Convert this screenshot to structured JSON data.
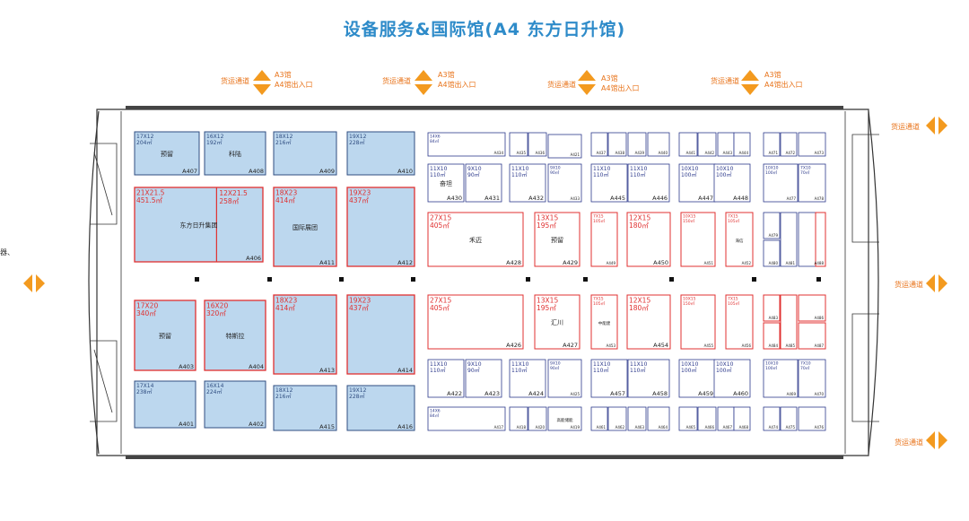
{
  "title": "设备服务&国际馆(A4 东方日升馆)",
  "colors": {
    "blue_fill": "#bcd7ee",
    "blue_stroke": "#2f4d80",
    "red": "#e03030",
    "orange": "#f39a1f",
    "navy": "#2d3a8c",
    "wall": "#333333"
  },
  "labels": {
    "freight_channel": "货运通道",
    "hall_a3": "A3馆",
    "hall_entrance": "A4馆出入口",
    "cut_left": "器、"
  },
  "booths": [
    {
      "id": "A407",
      "dim": "17X12",
      "area": "204㎡",
      "name": "预留",
      "style": "blue"
    },
    {
      "id": "A408",
      "dim": "16X12",
      "area": "192㎡",
      "name": "科陆",
      "style": "blue"
    },
    {
      "id": "A409",
      "dim": "18X12",
      "area": "216㎡",
      "name": "",
      "style": "blue"
    },
    {
      "id": "A410",
      "dim": "19X12",
      "area": "228㎡",
      "name": "",
      "style": "blue"
    },
    {
      "id": "A406",
      "dim": "21X21.5",
      "area": "451.5㎡",
      "dim2": "12X21.5",
      "area2": "258㎡",
      "name": "东方日升集团",
      "style": "blue-red"
    },
    {
      "id": "A411",
      "dim": "18X23",
      "area": "414㎡",
      "name": "国际展团",
      "style": "blue-red"
    },
    {
      "id": "A412",
      "dim": "19X23",
      "area": "437㎡",
      "name": "",
      "style": "blue-red"
    },
    {
      "id": "A403",
      "dim": "17X20",
      "area": "340㎡",
      "name": "预留",
      "style": "blue-red"
    },
    {
      "id": "A404",
      "dim": "16X20",
      "area": "320㎡",
      "name": "特斯拉",
      "style": "blue-red"
    },
    {
      "id": "A413",
      "dim": "18X23",
      "area": "414㎡",
      "name": "",
      "style": "blue-red"
    },
    {
      "id": "A414",
      "dim": "19X23",
      "area": "437㎡",
      "name": "",
      "style": "blue-red"
    },
    {
      "id": "A401",
      "dim": "17X14",
      "area": "238㎡",
      "name": "",
      "style": "blue"
    },
    {
      "id": "A402",
      "dim": "16X14",
      "area": "224㎡",
      "name": "",
      "style": "blue"
    },
    {
      "id": "A415",
      "dim": "18X12",
      "area": "216㎡",
      "name": "",
      "style": "blue"
    },
    {
      "id": "A416",
      "dim": "19X12",
      "area": "228㎡",
      "name": "",
      "style": "blue"
    },
    {
      "id": "A434",
      "dim": "14X6",
      "area": "84㎡",
      "name": "",
      "style": "navy"
    },
    {
      "id": "A430",
      "dim": "11X10",
      "area": "110㎡",
      "name": "奋坦",
      "style": "navy"
    },
    {
      "id": "A431",
      "dim": "9X10",
      "area": "90㎡",
      "name": "",
      "style": "navy"
    },
    {
      "id": "A432",
      "dim": "11X10",
      "area": "110㎡",
      "name": "",
      "style": "navy"
    },
    {
      "id": "A433",
      "dim": "9X10",
      "area": "90㎡",
      "name": "",
      "style": "navy"
    },
    {
      "id": "A445",
      "dim": "11X10",
      "area": "110㎡",
      "name": "",
      "style": "navy"
    },
    {
      "id": "A446",
      "dim": "11X10",
      "area": "110㎡",
      "name": "",
      "style": "navy"
    },
    {
      "id": "A447",
      "dim": "10X10",
      "area": "100㎡",
      "name": "",
      "style": "navy"
    },
    {
      "id": "A448",
      "dim": "10X10",
      "area": "100㎡",
      "name": "",
      "style": "navy"
    },
    {
      "id": "A477",
      "dim": "10X10",
      "area": "100㎡",
      "name": "",
      "style": "navy"
    },
    {
      "id": "A478",
      "dim": "7X10",
      "area": "70㎡",
      "name": "",
      "style": "navy"
    },
    {
      "id": "A428",
      "dim": "27X15",
      "area": "405㎡",
      "name": "禾迈",
      "style": "red"
    },
    {
      "id": "A429",
      "dim": "13X15",
      "area": "195㎡",
      "name": "预留",
      "style": "red"
    },
    {
      "id": "A449",
      "dim": "7X15",
      "area": "105㎡",
      "name": "",
      "style": "red"
    },
    {
      "id": "A450",
      "dim": "12X15",
      "area": "180㎡",
      "name": "",
      "style": "red"
    },
    {
      "id": "A451",
      "dim": "10X15",
      "area": "150㎡",
      "name": "",
      "style": "red"
    },
    {
      "id": "A452",
      "dim": "7X15",
      "area": "105㎡",
      "name": "海信",
      "style": "red"
    },
    {
      "id": "A426",
      "dim": "27X15",
      "area": "405㎡",
      "name": "",
      "style": "red"
    },
    {
      "id": "A427",
      "dim": "13X15",
      "area": "195㎡",
      "name": "汇川",
      "style": "red"
    },
    {
      "id": "A453",
      "dim": "7X15",
      "area": "105㎡",
      "name": "中能建",
      "style": "red"
    },
    {
      "id": "A454",
      "dim": "12X15",
      "area": "180㎡",
      "name": "",
      "style": "red"
    },
    {
      "id": "A455",
      "dim": "10X15",
      "area": "150㎡",
      "name": "",
      "style": "red"
    },
    {
      "id": "A456",
      "dim": "7X15",
      "area": "105㎡",
      "name": "",
      "style": "red"
    },
    {
      "id": "A422",
      "dim": "11X10",
      "area": "110㎡",
      "name": "",
      "style": "navy"
    },
    {
      "id": "A423",
      "dim": "9X10",
      "area": "90㎡",
      "name": "",
      "style": "navy"
    },
    {
      "id": "A424",
      "dim": "11X10",
      "area": "110㎡",
      "name": "",
      "style": "navy"
    },
    {
      "id": "A425",
      "dim": "9X10",
      "area": "90㎡",
      "name": "",
      "style": "navy"
    },
    {
      "id": "A457",
      "dim": "11X10",
      "area": "110㎡",
      "name": "",
      "style": "navy"
    },
    {
      "id": "A458",
      "dim": "11X10",
      "area": "110㎡",
      "name": "",
      "style": "navy"
    },
    {
      "id": "A459",
      "dim": "10X10",
      "area": "100㎡",
      "name": "",
      "style": "navy"
    },
    {
      "id": "A460",
      "dim": "10X10",
      "area": "100㎡",
      "name": "",
      "style": "navy"
    },
    {
      "id": "A469",
      "dim": "10X10",
      "area": "100㎡",
      "name": "",
      "style": "navy"
    },
    {
      "id": "A470",
      "dim": "7X10",
      "area": "70㎡",
      "name": "",
      "style": "navy"
    },
    {
      "id": "A417",
      "dim": "14X6",
      "area": "84㎡",
      "name": "",
      "style": "navy"
    },
    {
      "id": "A418",
      "dim": "",
      "area": "",
      "name": "",
      "style": "navy"
    },
    {
      "id": "A419",
      "dim": "",
      "area": "",
      "name": "高能储能",
      "style": "navy"
    },
    {
      "id": "A420",
      "dim": "",
      "area": "",
      "name": "",
      "style": "navy"
    },
    {
      "id": "A421",
      "dim": "",
      "area": "",
      "name": "",
      "style": "navy"
    },
    {
      "id": "A435",
      "dim": "",
      "area": "",
      "name": "",
      "style": "navy"
    },
    {
      "id": "A436",
      "dim": "",
      "area": "",
      "name": "",
      "style": "navy"
    },
    {
      "id": "A437",
      "dim": "",
      "area": "",
      "name": "",
      "style": "navy"
    },
    {
      "id": "A438",
      "dim": "",
      "area": "",
      "name": "",
      "style": "navy"
    },
    {
      "id": "A439",
      "dim": "",
      "area": "",
      "name": "",
      "style": "navy"
    },
    {
      "id": "A440",
      "dim": "",
      "area": "",
      "name": "",
      "style": "navy"
    },
    {
      "id": "A441",
      "dim": "",
      "area": "",
      "name": "",
      "style": "navy"
    },
    {
      "id": "A442",
      "dim": "",
      "area": "",
      "name": "",
      "style": "navy"
    },
    {
      "id": "A443",
      "dim": "",
      "area": "",
      "name": "",
      "style": "navy"
    },
    {
      "id": "A444",
      "dim": "",
      "area": "",
      "name": "",
      "style": "navy"
    },
    {
      "id": "A461",
      "dim": "",
      "area": "",
      "name": "",
      "style": "navy"
    },
    {
      "id": "A462",
      "dim": "",
      "area": "",
      "name": "",
      "style": "navy"
    },
    {
      "id": "A463",
      "dim": "",
      "area": "",
      "name": "",
      "style": "navy"
    },
    {
      "id": "A464",
      "dim": "",
      "area": "",
      "name": "",
      "style": "navy"
    },
    {
      "id": "A465",
      "dim": "",
      "area": "",
      "name": "",
      "style": "navy"
    },
    {
      "id": "A466",
      "dim": "",
      "area": "",
      "name": "",
      "style": "navy"
    },
    {
      "id": "A467",
      "dim": "",
      "area": "",
      "name": "",
      "style": "navy"
    },
    {
      "id": "A468",
      "dim": "",
      "area": "",
      "name": "",
      "style": "navy"
    },
    {
      "id": "A471",
      "dim": "",
      "area": "",
      "name": "",
      "style": "navy"
    },
    {
      "id": "A472",
      "dim": "",
      "area": "",
      "name": "",
      "style": "navy"
    },
    {
      "id": "A473",
      "dim": "",
      "area": "",
      "name": "",
      "style": "navy"
    },
    {
      "id": "A474",
      "dim": "",
      "area": "",
      "name": "",
      "style": "navy"
    },
    {
      "id": "A475",
      "dim": "",
      "area": "",
      "name": "",
      "style": "navy"
    },
    {
      "id": "A476",
      "dim": "",
      "area": "",
      "name": "",
      "style": "navy"
    },
    {
      "id": "A479",
      "dim": "",
      "area": "",
      "name": "",
      "style": "navy"
    },
    {
      "id": "A480",
      "dim": "",
      "area": "",
      "name": "",
      "style": "navy"
    },
    {
      "id": "A481",
      "dim": "",
      "area": "",
      "name": "",
      "style": "navy"
    },
    {
      "id": "A482",
      "dim": "",
      "area": "",
      "name": "",
      "style": "navy"
    },
    {
      "id": "A483",
      "dim": "",
      "area": "",
      "name": "",
      "style": "red"
    },
    {
      "id": "A484",
      "dim": "",
      "area": "",
      "name": "",
      "style": "red"
    },
    {
      "id": "A485",
      "dim": "",
      "area": "",
      "name": "",
      "style": "red"
    },
    {
      "id": "A486",
      "dim": "",
      "area": "",
      "name": "",
      "style": "red"
    },
    {
      "id": "A487",
      "dim": "",
      "area": "",
      "name": "",
      "style": "red"
    },
    {
      "id": "A488",
      "dim": "",
      "area": "",
      "name": "",
      "style": "red"
    }
  ]
}
